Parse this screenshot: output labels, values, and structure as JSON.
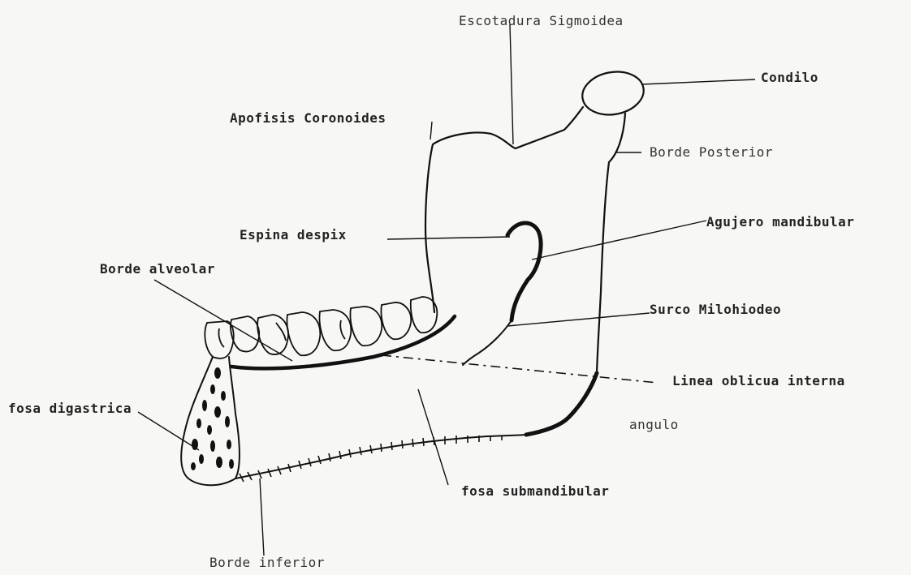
{
  "labels": {
    "escotadura_sigmoidea": "Escotadura Sigmoidea",
    "condilo": "Condilo",
    "apofisis_coronoides": "Apofisis Coronoides",
    "borde_posterior": "Borde Posterior",
    "espina_despix": "Espina despix",
    "agujero_mandibular": "Agujero mandibular",
    "borde_alveolar": "Borde alveolar",
    "surco_milohiodeo": "Surco Milohiodeo",
    "linea_oblicua_interna": "Linea oblicua interna",
    "fosa_digastrica": "fosa digastrica",
    "angulo": "angulo",
    "fosa_submandibular": "fosa submandibular",
    "borde_inferior": "Borde inferior"
  },
  "colors": {
    "ink": "#111111",
    "paper": "#f7f7f5"
  }
}
